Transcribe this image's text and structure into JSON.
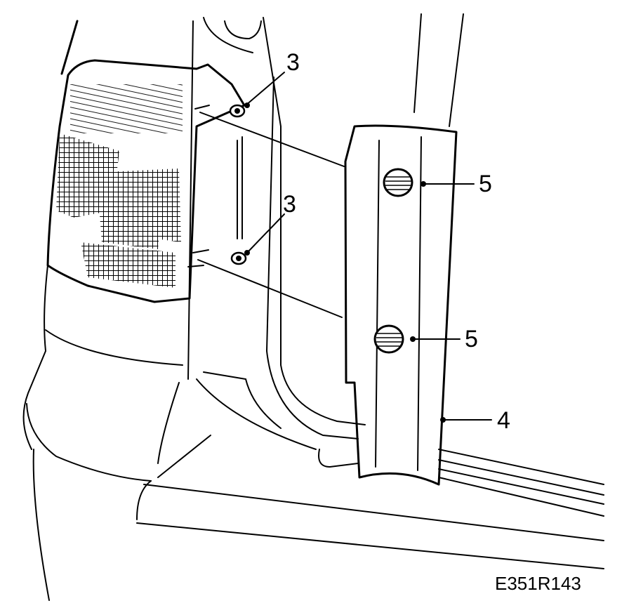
{
  "figure_code": "E351R143",
  "callouts": {
    "c3_upper": "3",
    "c3_lower": "3",
    "c5_upper": "5",
    "c5_lower": "5",
    "c4": "4"
  }
}
